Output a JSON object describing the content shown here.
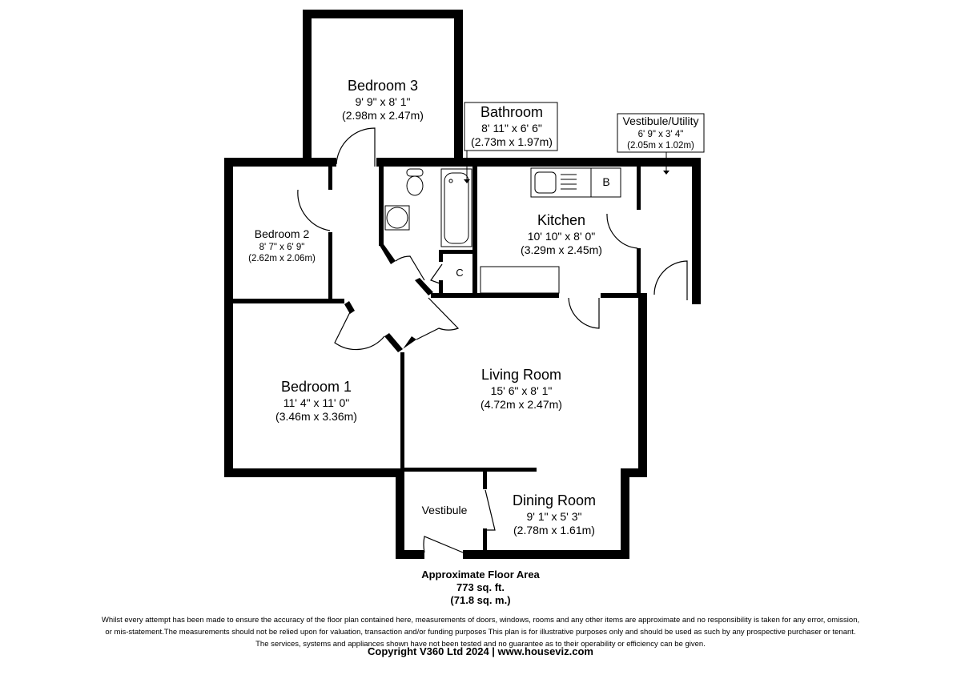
{
  "rooms": {
    "bedroom3": {
      "name": "Bedroom 3",
      "imperial": "9' 9\" x 8' 1\"",
      "metric": "(2.98m x 2.47m)"
    },
    "bathroom": {
      "name": "Bathroom",
      "imperial": "8' 11\" x 6' 6\"",
      "metric": "(2.73m x 1.97m)"
    },
    "vestibule_utility": {
      "name": "Vestibule/Utility",
      "imperial": "6' 9\" x 3' 4\"",
      "metric": "(2.05m x 1.02m)"
    },
    "bedroom2": {
      "name": "Bedroom 2",
      "imperial": "8' 7\" x 6' 9\"",
      "metric": "(2.62m x 2.06m)"
    },
    "kitchen": {
      "name": "Kitchen",
      "imperial": "10' 10\" x 8' 0\"",
      "metric": "(3.29m x 2.45m)"
    },
    "bedroom1": {
      "name": "Bedroom 1",
      "imperial": "11' 4\" x 11' 0\"",
      "metric": "(3.46m x 3.36m)"
    },
    "living": {
      "name": "Living Room",
      "imperial": "15' 6\" x 8' 1\"",
      "metric": "(4.72m x 2.47m)"
    },
    "dining": {
      "name": "Dining Room",
      "imperial": "9' 1\" x 5' 3\"",
      "metric": "(2.78m x 1.61m)"
    },
    "vestibule": {
      "name": "Vestibule"
    }
  },
  "fixtures": {
    "boiler": "B",
    "cupboard": "C"
  },
  "area": {
    "title": "Approximate Floor Area",
    "sqft": "773 sq. ft.",
    "sqm": "(71.8 sq. m.)"
  },
  "disclaimer": [
    "Whilst every attempt has been made to ensure the accuracy of the floor plan contained here, measurements of doors, windows, rooms and any other items are approximate and no responsibility is taken for any error, omission,",
    "or mis-statement.The measurements should not be relied upon for valuation, transaction and/or funding purposes This plan is for illustrative purposes only and should be used as such by any prospective purchaser or tenant.",
    "The services, systems and appliances shown have not been tested and no guarantee as to their operability or efficiency can be given."
  ],
  "copyright": "Copyright V360 Ltd 2024 | www.houseviz.com"
}
